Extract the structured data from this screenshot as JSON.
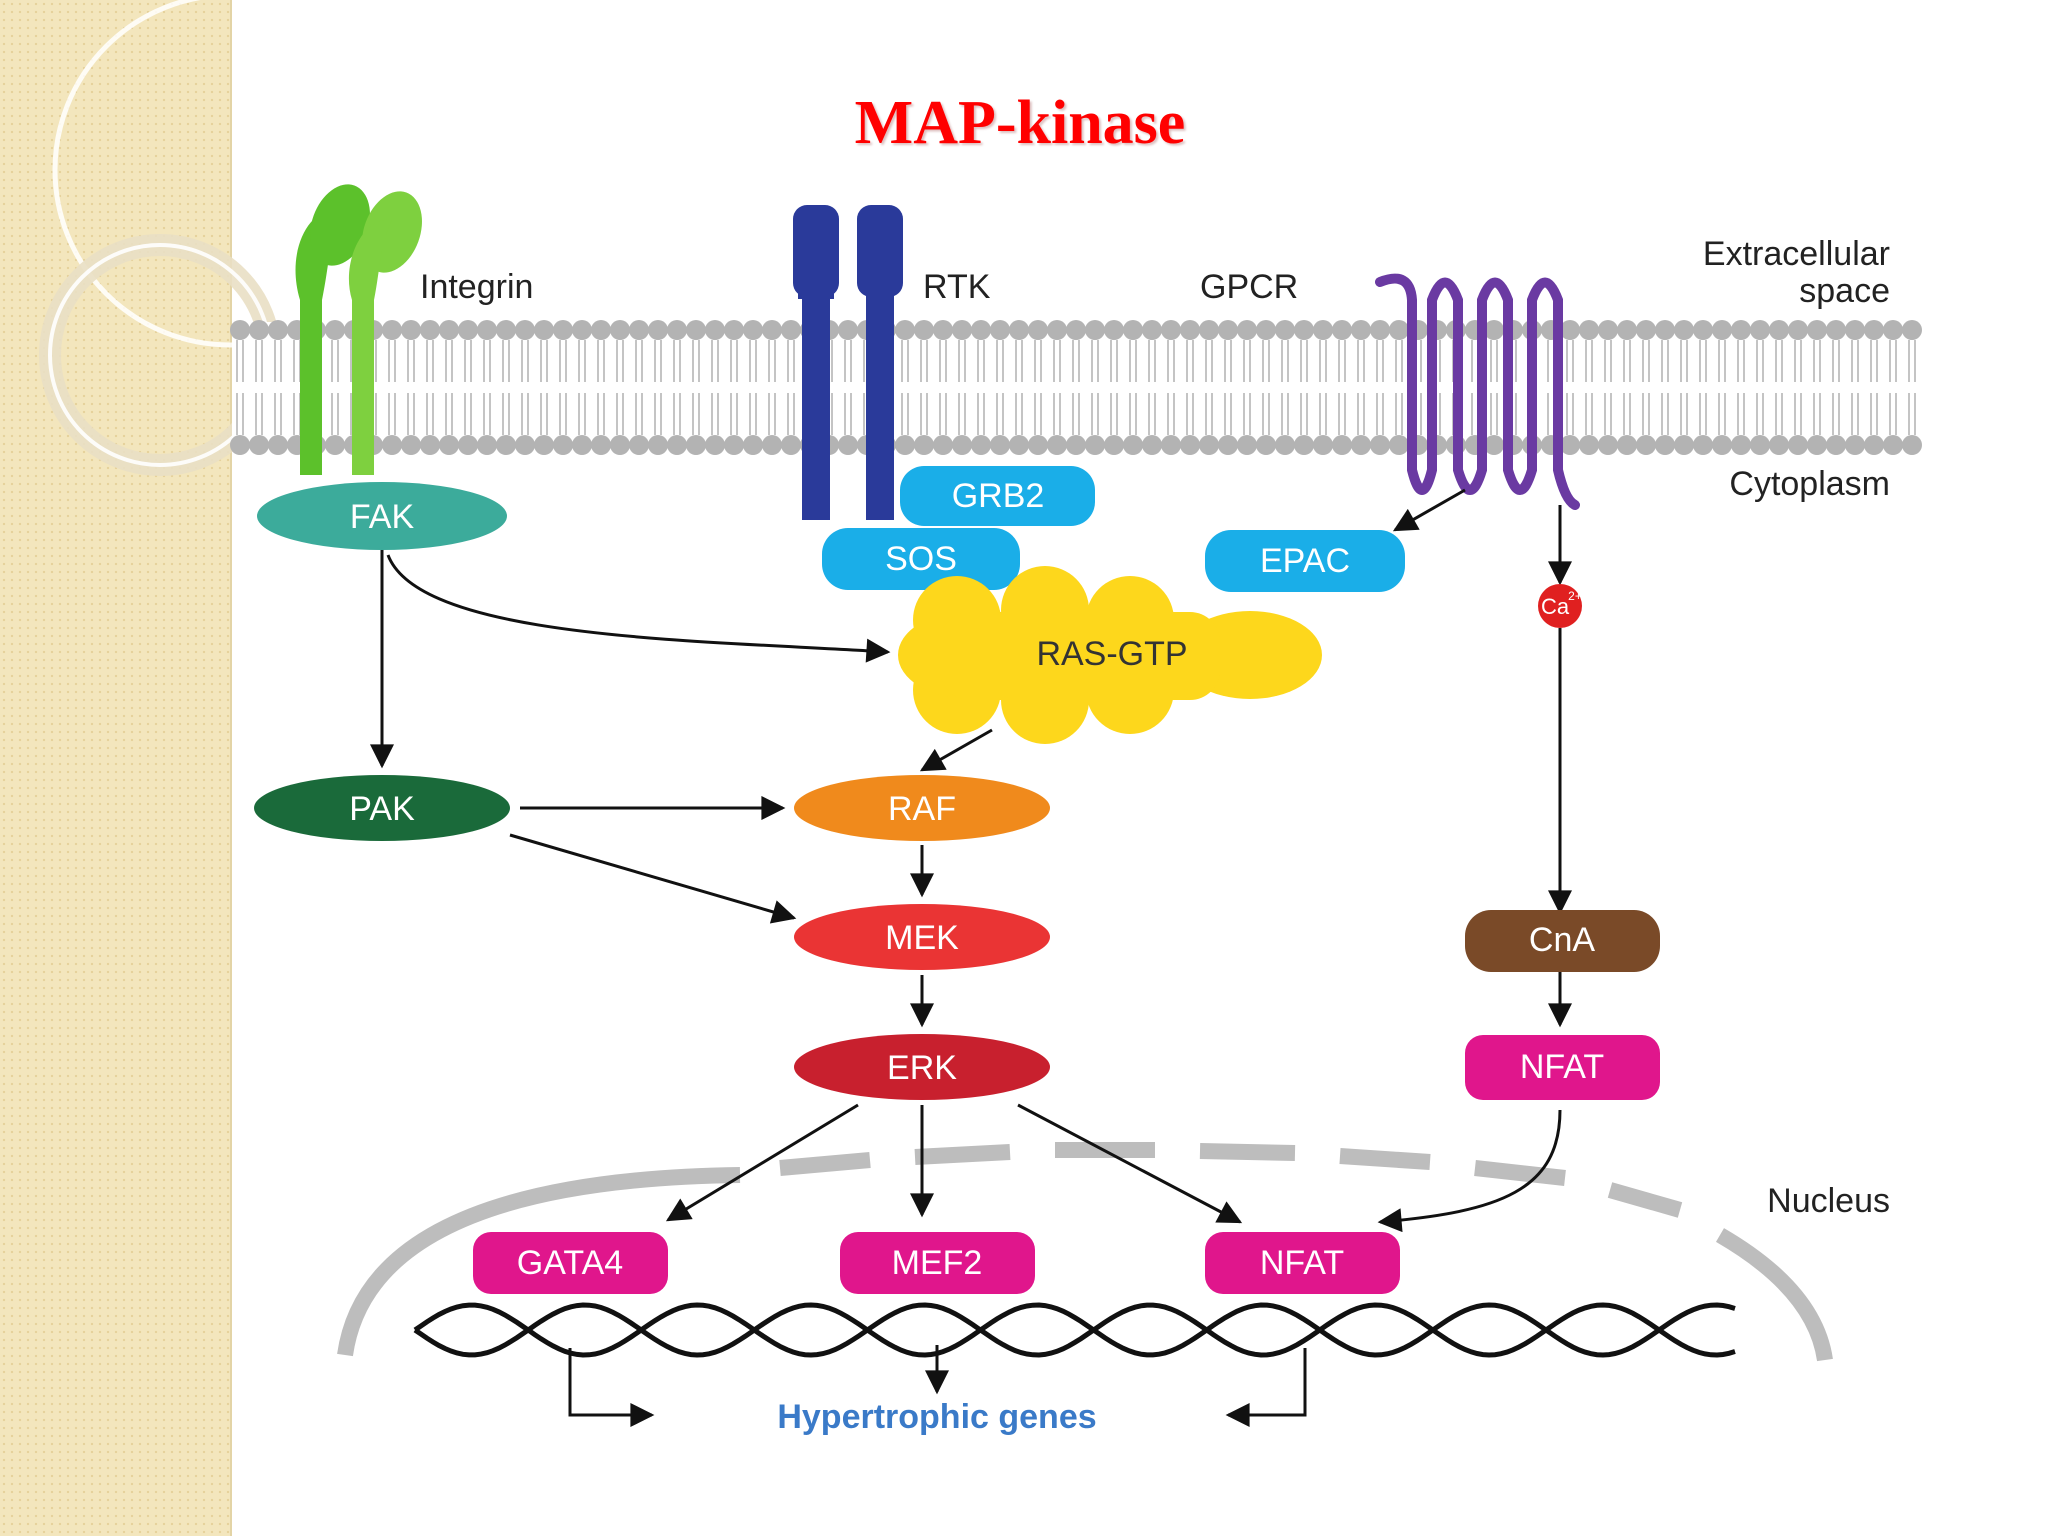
{
  "slide": {
    "title": "MAP-kinase"
  },
  "receptors": {
    "integrin": "Integrin",
    "rtk": "RTK",
    "gpcr": "GPCR"
  },
  "regions": {
    "extracellular_line1": "Extracellular",
    "extracellular_line2": "space",
    "cytoplasm": "Cytoplasm",
    "nucleus": "Nucleus"
  },
  "nodes": {
    "fak": "FAK",
    "grb2": "GRB2",
    "sos": "SOS",
    "epac": "EPAC",
    "ras_gtp": "RAS-GTP",
    "ca": "Ca",
    "ca_superscript": "2+",
    "pak": "PAK",
    "raf": "RAF",
    "mek": "MEK",
    "erk": "ERK",
    "cna": "CnA",
    "nfat_cyto": "NFAT",
    "gata4": "GATA4",
    "mef2": "MEF2",
    "nfat_nuc": "NFAT"
  },
  "output": {
    "genes": "Hypertrophic genes"
  },
  "colors": {
    "title": "#ff0000",
    "integrin": "#5cc12b",
    "rtk": "#2a3a9a",
    "gpcr": "#6a3aa2",
    "fak": "#3cab9b",
    "blue_nodes": "#1aaee8",
    "ras": "#fdd71c",
    "ca": "#e02020",
    "pak": "#1a6a3a",
    "raf": "#f08a1c",
    "mek": "#ea3434",
    "erk": "#c8202e",
    "cna": "#7a4a28",
    "magenta": "#e0168c",
    "genes_text": "#3a7ac8"
  }
}
